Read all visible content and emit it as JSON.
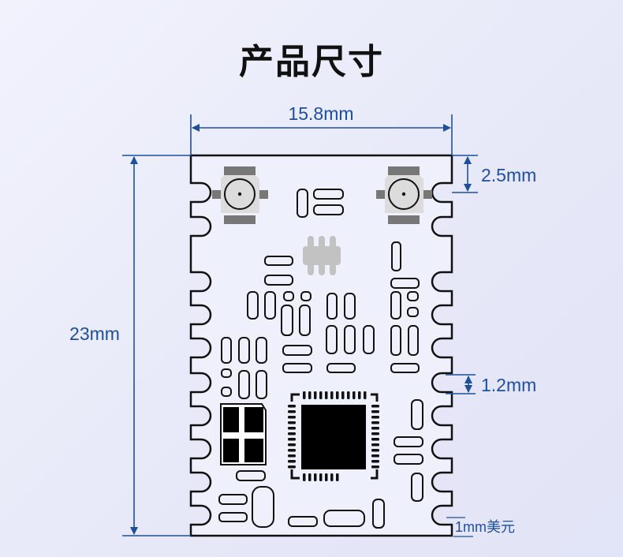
{
  "title": "产品尺寸",
  "dimensions": {
    "width": "15.8mm",
    "height": "23mm",
    "antenna_offset": "2.5mm",
    "pad_pitch": "1.2mm",
    "edge": "1mm美元"
  },
  "colors": {
    "dimension_line": "#1d4f9e",
    "outline": "#111111",
    "pad_gray": "#777777",
    "connector_body": "#dcdcdc"
  }
}
